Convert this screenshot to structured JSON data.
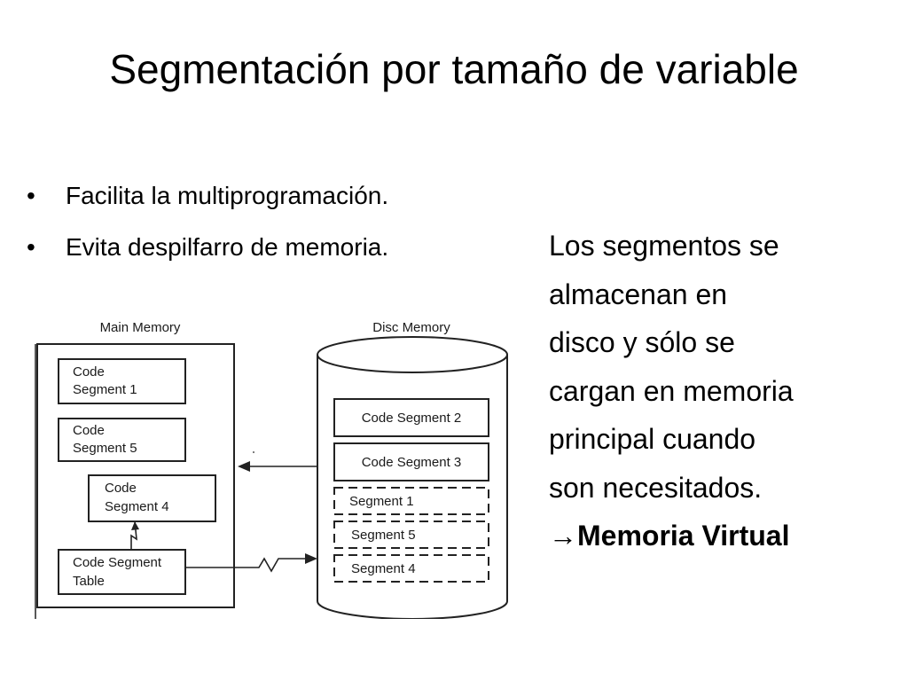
{
  "slide": {
    "title": "Segmentación por tamaño de variable",
    "bullets": [
      "Facilita la multiprogramación.",
      "Evita despilfarro de memoria."
    ],
    "side_text_lines": [
      "Los segmentos se",
      "almacenan en",
      "disco y sólo se",
      "cargan en memoria",
      "principal cuando",
      "son necesitados."
    ],
    "arrow_symbol": "→",
    "conclusion": "Memoria Virtual"
  },
  "diagram": {
    "main_memory_label": "Main Memory",
    "disc_memory_label": "Disc Memory",
    "main_boxes": [
      {
        "line1": "Code",
        "line2": "Segment 1"
      },
      {
        "line1": "Code",
        "line2": "Segment 5"
      },
      {
        "line1": "Code",
        "line2": "Segment 4"
      },
      {
        "line1": "Code Segment",
        "line2": "Table"
      }
    ],
    "disc_loaded": [
      "Code Segment 2",
      "Code Segment 3"
    ],
    "disc_swapped": [
      "Segment 1",
      "Segment 5",
      "Segment 4"
    ]
  }
}
